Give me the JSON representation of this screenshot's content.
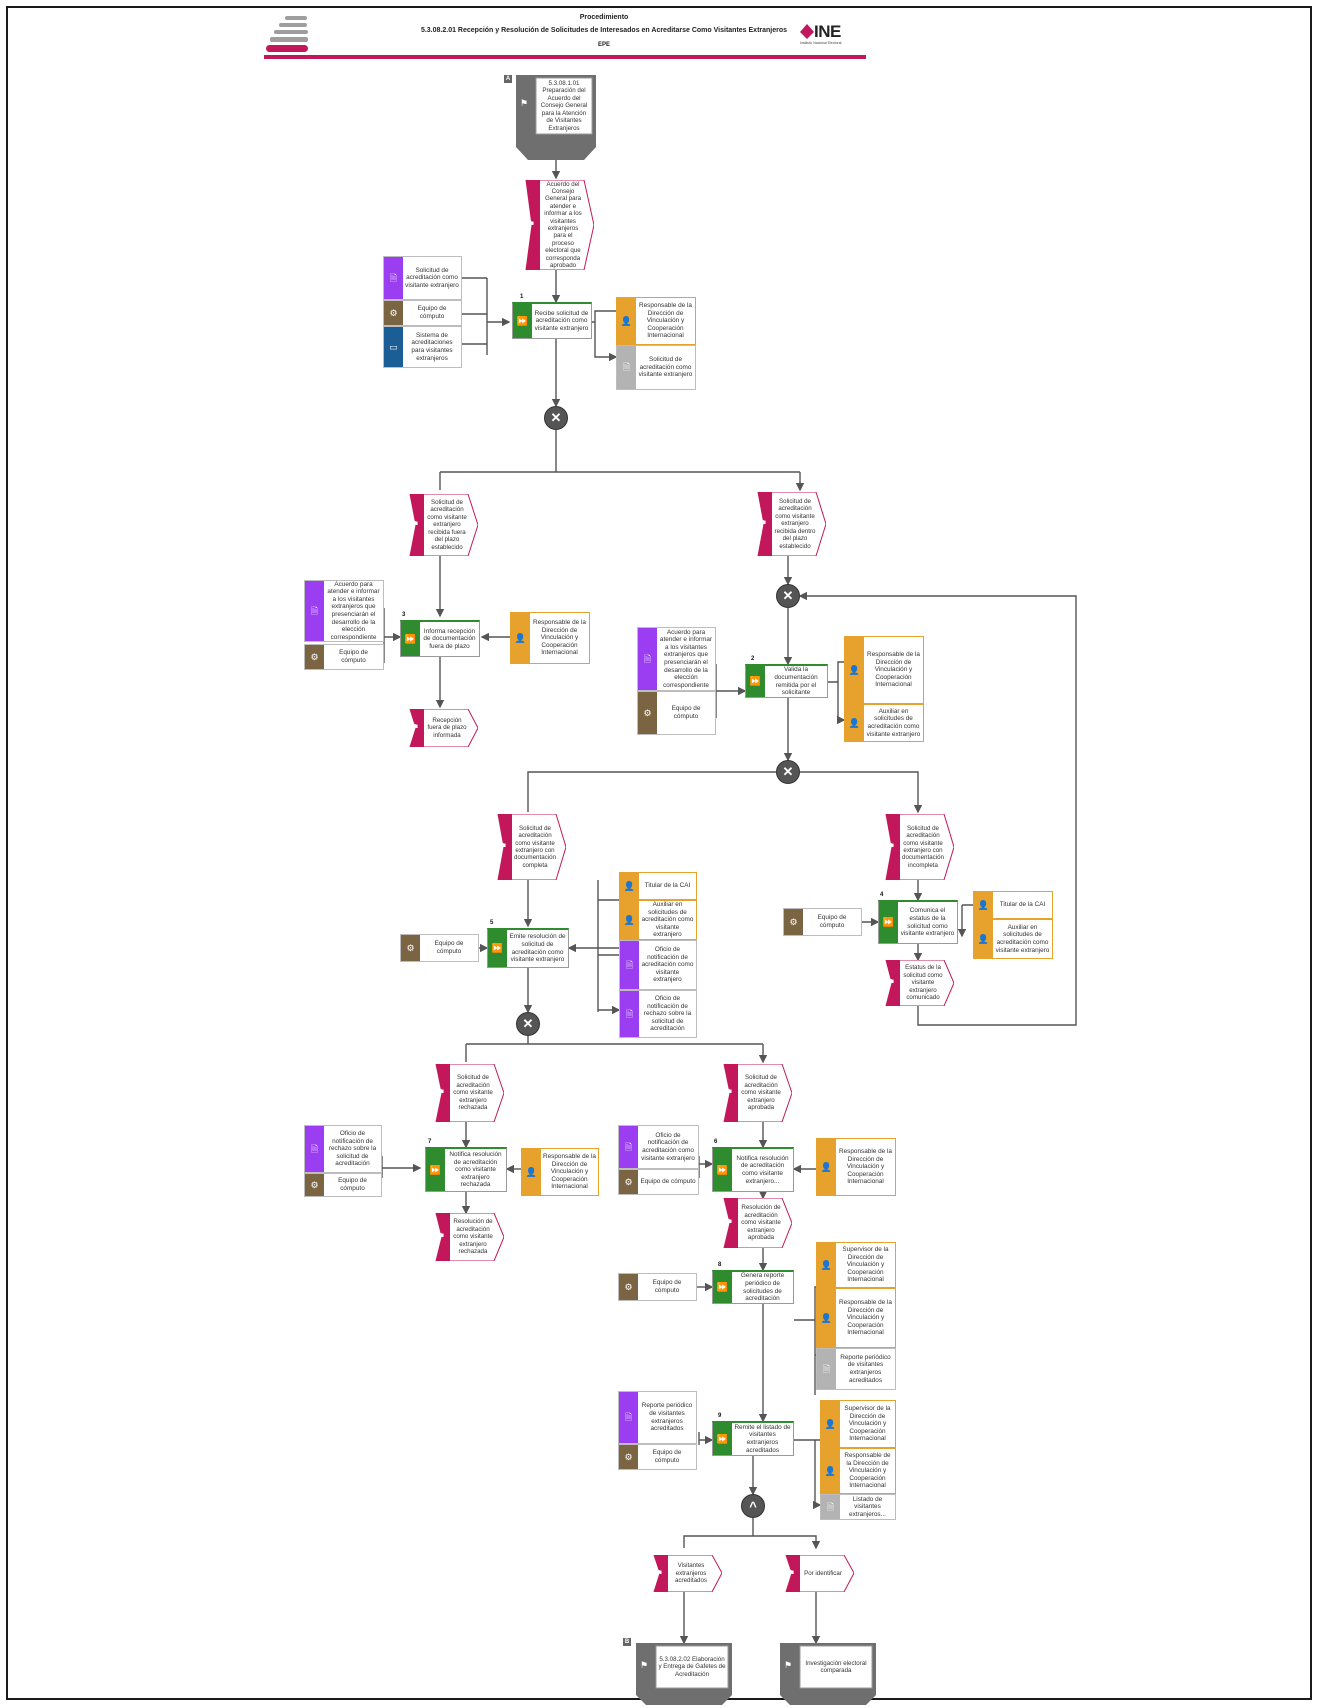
{
  "header": {
    "line1": "Procedimiento",
    "line2": "5.3.08.2.01 Recepción y Resolución de Solicitudes de Interesados en Acreditarse Como Visitantes Extranjeros",
    "line3": "EPE",
    "logo_text": "INE",
    "logo_subtext": "Instituto Nacional Electoral"
  },
  "colors": {
    "event": "#c2185b",
    "task": "#2e8b2e",
    "role": "#e6a22c",
    "document": "#9b3df0",
    "document_output": "#b3b3b3",
    "equipment": "#7b6442",
    "system": "#1b5e96",
    "gateway": "#555555",
    "process_link": "#777777"
  },
  "diagram": {
    "start": {
      "label": "5.3.08.1.01 Preparación del Acuerdo del Consejo General para la Atención de Visitantes Extranjeros",
      "marker": "A",
      "icon": "process-link-icon"
    },
    "end_links": [
      {
        "label": "5.3.08.2.02 Elaboración y Entrega de Gafetes de Acreditación",
        "marker": "B",
        "icon": "process-link-icon"
      },
      {
        "label": "Investigación electoral comparada",
        "icon": "process-link-icon"
      }
    ],
    "events": {
      "e0": "Acuerdo del Consejo General para atender e informar a los visitantes extranjeros para el proceso electoral que corresponda aprobado",
      "e1": "Solicitud de acreditación como visitante extranjero recibida fuera del plazo establecido",
      "e2": "Solicitud de acreditación como visitante extranjero recibida dentro del plazo establecido",
      "e3": "Recepción fuera de plazo informada",
      "e4": "Solicitud de acreditación como visitante extranjero con documentación completa",
      "e5": "Solicitud de acreditación como visitante extranjero con documentación incompleta",
      "e6": "Estatus de la solicitud como visitante extranjero comunicado",
      "e7": "Solicitud de acreditación como visitante extranjero rechazada",
      "e8": "Solicitud de acreditación como visitante extranjero aprobada",
      "e9": "Resolución de acreditación como visitante extranjero rechazada",
      "e10": "Resolución de acreditación como visitante extranjero aprobada",
      "e11": "Visitantes extranjeros acreditados",
      "e12": "Por identificar"
    },
    "tasks": {
      "t1": {
        "num": "1",
        "label": "Recibe solicitud de acreditación como visitante extranjero"
      },
      "t2": {
        "num": "2",
        "label": "Valida la documentación remitida por el solicitante"
      },
      "t3": {
        "num": "3",
        "label": "Informa recepción de documentación fuera de plazo"
      },
      "t4": {
        "num": "4",
        "label": "Comunica el estatus de la solicitud como visitante extranjero"
      },
      "t5": {
        "num": "5",
        "label": "Emite resolución de solicitud de acreditación como visitante extranjero"
      },
      "t6": {
        "num": "6",
        "label": "Notifica resolución de acreditación como visitante extranjero..."
      },
      "t7": {
        "num": "7",
        "label": "Notifica resolución de acreditación como visitante extranjero rechazada"
      },
      "t8": {
        "num": "8",
        "label": "Genera reporte periódico de solicitudes de acreditación"
      },
      "t9": {
        "num": "9",
        "label": "Remite el listado de visitantes extranjeros acreditados"
      }
    },
    "resources": {
      "r1": "Solicitud de acreditación como visitante extranjero",
      "r2": "Equipo de cómputo",
      "r3": "Sistema de acreditaciones para visitantes extranjeros",
      "r4": "Responsable de la Dirección de Vinculación y Cooperación Internacional",
      "r5": "Solicitud de acreditación como visitante extranjero",
      "r6": "Acuerdo para atender e informar a los visitantes extranjeros que presenciarán el desarrollo de la elección correspondiente",
      "r7": "Equipo de cómputo",
      "r8": "Responsable de la Dirección de Vinculación y Cooperación Internacional",
      "r9": "Acuerdo para atender e informar a los visitantes extranjeros que presenciarán el desarrollo de la elección correspondiente",
      "r10": "Equipo de cómputo",
      "r11": "Responsable de la Dirección de Vinculación y Cooperación Internacional",
      "r12": "Auxiliar en solicitudes de acreditación como visitante extranjero",
      "r13": "Equipo de cómputo",
      "r14": "Titular de la CAI",
      "r15": "Auxiliar en solicitudes de acreditación como visitante extranjero",
      "r16": "Oficio de notificación de acreditación como visitante extranjero",
      "r17": "Oficio de notificación de rechazo sobre la solicitud de acreditación",
      "r18": "Equipo de cómputo",
      "r19": "Titular de la CAI",
      "r20": "Auxiliar en solicitudes de acreditación como visitante extranjero",
      "r21": "Oficio de notificación de rechazo sobre la solicitud de acreditación",
      "r22": "Equipo de cómputo",
      "r23": "Responsable de la Dirección de Vinculación y Cooperación Internacional",
      "r24": "Oficio de notificación de acreditación como visitante extranjero",
      "r25": "Equipo de cómputo",
      "r26": "Responsable de la Dirección de Vinculación y Cooperación Internacional",
      "r27": "Equipo de cómputo",
      "r28": "Supervisor de la Dirección de Vinculación y Cooperación Internacional",
      "r29": "Responsable de la Dirección de Vinculación y Cooperación Internacional",
      "r30": "Reporte periódico de visitantes extranjeros acreditados",
      "r31": "Reporte periódico de visitantes extranjeros acreditados",
      "r32": "Equipo de cómputo",
      "r33": "Supervisor de la Dirección de Vinculación y Cooperación Internacional",
      "r34": "Responsable de la Dirección de Vinculación y Cooperación Internacional",
      "r35": "Listado de visitantes extranjeros..."
    },
    "gateways": {
      "g1": "✕",
      "g2": "✕",
      "g3": "✕",
      "g4": "✕",
      "g5": "^"
    }
  }
}
